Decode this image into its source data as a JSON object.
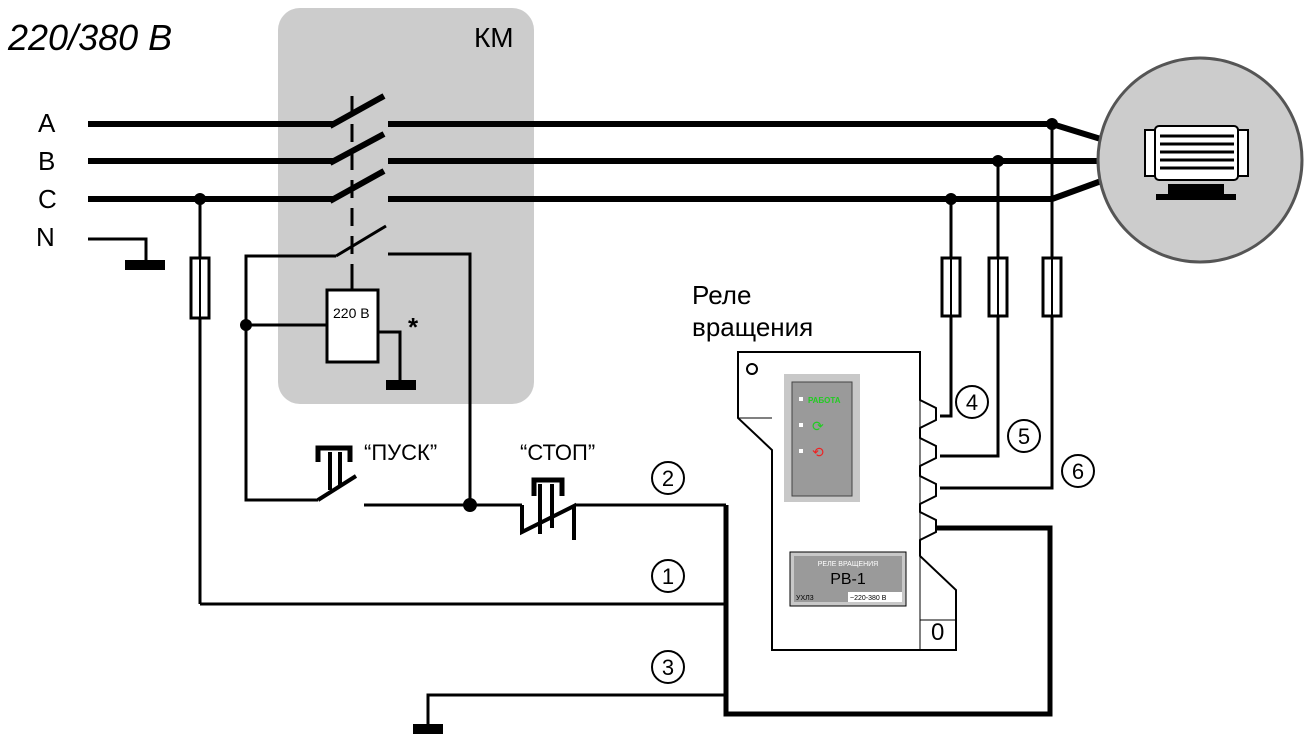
{
  "voltage_title": "220/380 В",
  "contactor_label": "КМ",
  "phases": [
    "A",
    "B",
    "C",
    "N"
  ],
  "coil_label": "220 В",
  "coil_note": "*",
  "start_button_label": "“ПУСК”",
  "stop_button_label": "“СТОП”",
  "relay_caption_line1": "Реле",
  "relay_caption_line2": "вращения",
  "terminals": [
    "1",
    "2",
    "3",
    "4",
    "5",
    "6"
  ],
  "relay": {
    "indicator_work": "РАБОТА",
    "plate_title": "РЕЛЕ ВРАЩЕНИЯ",
    "model": "РВ-1",
    "climate": "УХЛ3",
    "rating": "~220-380 В",
    "corner_mark": "0"
  },
  "colors": {
    "wire": "#000000",
    "contactor_fill": "#cccccc",
    "motor_fill": "#cccccc",
    "indicator_green": "#22cc22",
    "indicator_red": "#ee2222"
  }
}
